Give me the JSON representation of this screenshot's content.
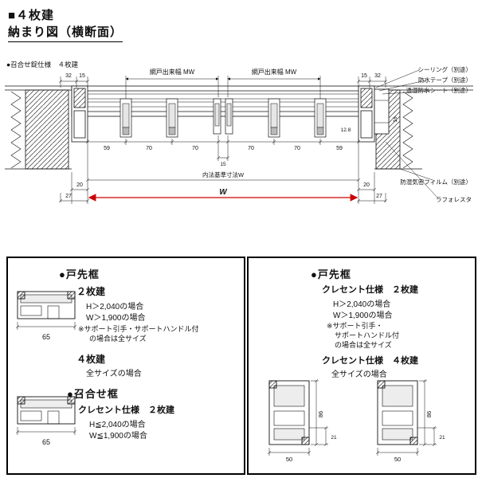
{
  "header": {
    "title": "■４枚建",
    "subtitle": "納まり図（横断面）"
  },
  "main": {
    "spec": "●召合せ錠仕様　４枚建",
    "top_dims": {
      "left_a": "32",
      "left_b": "15",
      "right_a": "15",
      "right_b": "32"
    },
    "mw_left": "網戸出来幅 MW",
    "mw_right": "網戸出来幅 MW",
    "mid_dims": {
      "m59l": "59",
      "m70a": "70",
      "m70b": "70",
      "m70c": "70",
      "m70d": "70",
      "m59r": "59",
      "m15": "15",
      "m128": "12.8",
      "m16": "16"
    },
    "bottom_dims": {
      "l20": "20",
      "l27": "27",
      "r20": "20",
      "r27": "27",
      "inner": "内法基準寸法W",
      "w": "W"
    },
    "annotations": [
      "シーリング（別途）",
      "防水テープ（別途）",
      "透湿防水シート（別途）",
      "防湿気密フィルム（別途）",
      "ラフォレスタ"
    ]
  },
  "left_box": {
    "tosaki_heading": "●戸先框",
    "nimai": "２枚建",
    "nimai_h": "H＞2,040の場合",
    "nimai_w": "W＞1,900の場合",
    "nimai_note1": "※サポート引手・サポートハンドル付",
    "nimai_note2": "の場合は全サイズ",
    "dim65_top": "65",
    "yonmai": "４枚建",
    "yonmai_all": "全サイズの場合",
    "meshiawase_heading": "●召合せ框",
    "crescent_nimai": "クレセント仕様　２枚建",
    "crescent_h": "H≦2,040の場合",
    "crescent_w": "W≦1,900の場合",
    "dim65_bottom": "65"
  },
  "right_box": {
    "heading": "●戸先框",
    "crescent_nimai": "クレセント仕様　２枚建",
    "h": "H＞2,040の場合",
    "w": "W＞1,900の場合",
    "note1": "※サポート引手・",
    "note2": "サポートハンドル付",
    "note3": "の場合は全サイズ",
    "crescent_yonmai": "クレセント仕様　４枚建",
    "all_sizes": "全サイズの場合",
    "left_detail": {
      "d86": "86",
      "d21": "21",
      "d50": "50"
    },
    "right_detail": {
      "d86": "86",
      "d21": "21",
      "d50": "50"
    }
  },
  "colors": {
    "accent_red": "#cc0000",
    "line": "#111111"
  }
}
